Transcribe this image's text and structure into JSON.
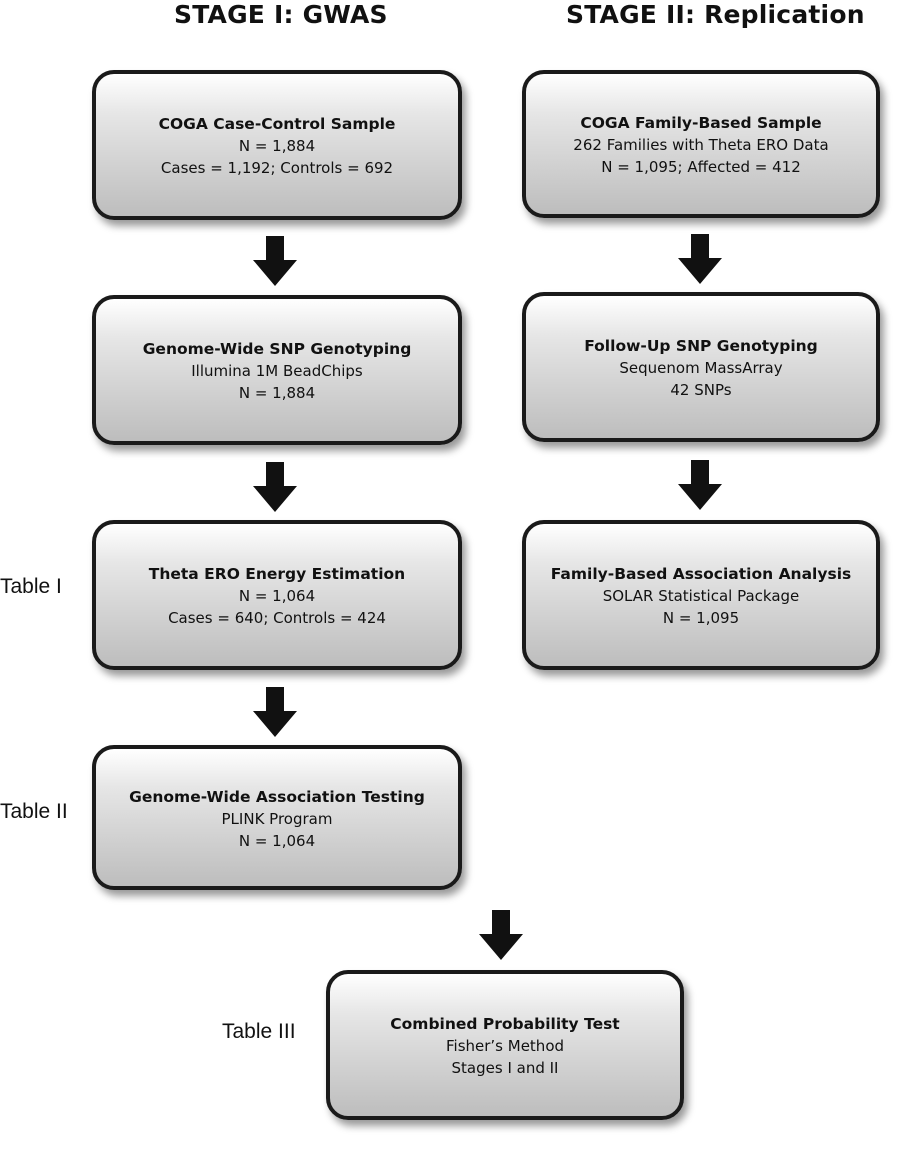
{
  "headings": {
    "stage1": "STAGE I: GWAS",
    "stage2": "STAGE II: Replication"
  },
  "boxes": {
    "coga_case_control": {
      "title": "COGA Case-Control Sample",
      "lines": [
        "N = 1,884",
        "Cases = 1,192; Controls = 692"
      ]
    },
    "gw_snp_genotyping": {
      "title": "Genome-Wide SNP Genotyping",
      "lines": [
        "Illumina 1M BeadChips",
        "N = 1,884"
      ]
    },
    "theta_ero_estimation": {
      "title": "Theta ERO Energy Estimation",
      "lines": [
        "N = 1,064",
        "Cases = 640; Controls = 424"
      ]
    },
    "gw_association_testing": {
      "title": "Genome-Wide Association Testing",
      "lines": [
        "PLINK Program",
        "N = 1,064"
      ]
    },
    "coga_family_based": {
      "title": "COGA Family-Based Sample",
      "lines": [
        "262 Families with Theta ERO Data",
        "N = 1,095; Affected = 412"
      ]
    },
    "followup_snp_genotyping": {
      "title": "Follow-Up SNP Genotyping",
      "lines": [
        "Sequenom MassArray",
        "42 SNPs"
      ]
    },
    "family_association_analysis": {
      "title": "Family-Based Association Analysis",
      "lines": [
        "SOLAR Statistical Package",
        "N = 1,095"
      ]
    },
    "combined_probability_test": {
      "title": "Combined Probability Test",
      "lines": [
        "Fisher’s Method",
        "Stages I and II"
      ]
    }
  },
  "side_labels": {
    "table1": "Table I",
    "table2": "Table II",
    "table3": "Table III"
  },
  "edges": [
    {
      "from": "COGA Case-Control Sample",
      "to": "Genome-Wide SNP Genotyping"
    },
    {
      "from": "Genome-Wide SNP Genotyping",
      "to": "Theta ERO Energy Estimation"
    },
    {
      "from": "Theta ERO Energy Estimation",
      "to": "Genome-Wide Association Testing"
    },
    {
      "from": "COGA Family-Based Sample",
      "to": "Follow-Up SNP Genotyping"
    },
    {
      "from": "Follow-Up SNP Genotyping",
      "to": "Family-Based Association Analysis"
    },
    {
      "from": "Family-Based Association Analysis",
      "to": "Combined Probability Test"
    },
    {
      "from": "Genome-Wide Association Testing",
      "to": "Combined Probability Test"
    }
  ]
}
